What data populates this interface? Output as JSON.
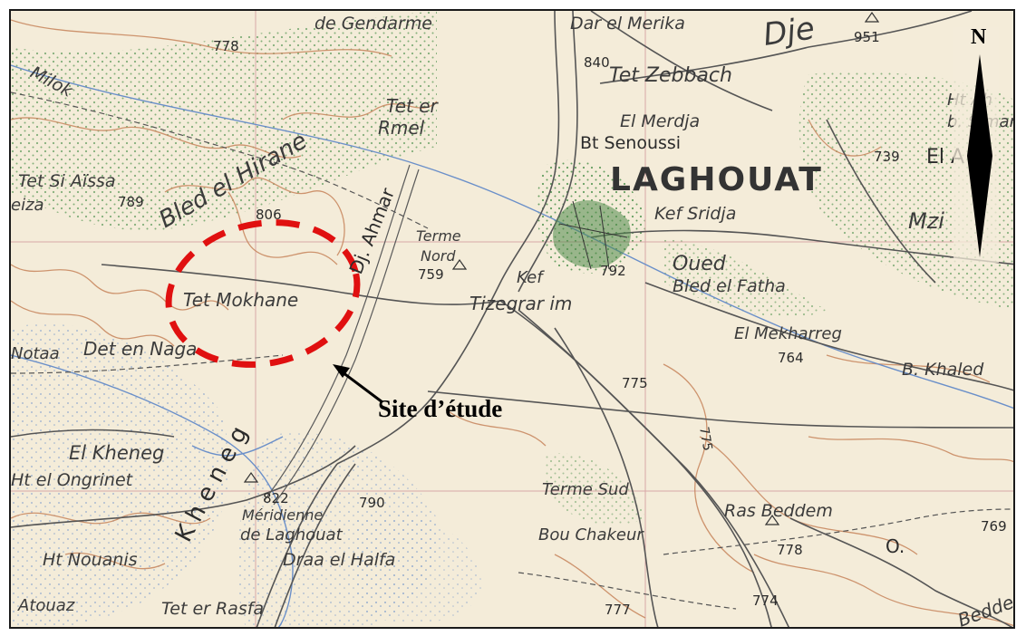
{
  "map": {
    "north_label": "N",
    "site_label": "Site d’étude",
    "colors": {
      "paper": "#f4ecd9",
      "contour": "#c98a62",
      "road": "#555555",
      "water": "#6a8fc9",
      "vegetation": "#5e9a5a",
      "grid": "#d9a7a7",
      "study_circle": "#e01010"
    },
    "place_labels": [
      {
        "text": "de Gendarme"
      },
      {
        "text": "Dar el Merika"
      },
      {
        "text": "Dje"
      },
      {
        "text": "951"
      },
      {
        "text": "778"
      },
      {
        "text": "840"
      },
      {
        "text": "Tet Zebbach"
      },
      {
        "text": "Milok"
      },
      {
        "text": "Ht Ah"
      },
      {
        "text": "b. S mar"
      },
      {
        "text": "Tet er"
      },
      {
        "text": "Rmel"
      },
      {
        "text": "El Merdja"
      },
      {
        "text": "Bt Senoussi"
      },
      {
        "text": "Bled el Hirane"
      },
      {
        "text": "739"
      },
      {
        "text": "El A sa"
      },
      {
        "text": "Tet Si Aïssa"
      },
      {
        "text": "LAGHOUAT"
      },
      {
        "text": "eiza"
      },
      {
        "text": "789"
      },
      {
        "text": "806"
      },
      {
        "text": "Dj. Ahmar"
      },
      {
        "text": "Kef Sridja"
      },
      {
        "text": "Mzi"
      },
      {
        "text": "Terme"
      },
      {
        "text": "Nord"
      },
      {
        "text": "Oued"
      },
      {
        "text": "759"
      },
      {
        "text": "Kef"
      },
      {
        "text": "792"
      },
      {
        "text": "Bled el Fatha"
      },
      {
        "text": "Tet Mokhane"
      },
      {
        "text": "Tizegrar im"
      },
      {
        "text": "El Mekharreg"
      },
      {
        "text": "Notaa"
      },
      {
        "text": "Det en Naga"
      },
      {
        "text": "764"
      },
      {
        "text": "B. Khaled"
      },
      {
        "text": "775"
      },
      {
        "text": "El Kheneg"
      },
      {
        "text": "Ht el Ongrinet"
      },
      {
        "text": "Terme Sud"
      },
      {
        "text": "Ras Beddem"
      },
      {
        "text": "822"
      },
      {
        "text": "790"
      },
      {
        "text": "Méridienne"
      },
      {
        "text": "de Laghouat"
      },
      {
        "text": "Bou Chakeur"
      },
      {
        "text": "778"
      },
      {
        "text": "O."
      },
      {
        "text": "769"
      },
      {
        "text": "Ht Nouanis"
      },
      {
        "text": "Draa el Halfa"
      },
      {
        "text": "Atouaz"
      },
      {
        "text": "Tet er Rasfa"
      },
      {
        "text": "777"
      },
      {
        "text": "774"
      },
      {
        "text": "Beddem"
      },
      {
        "text": "K h e n e g"
      },
      {
        "text": "775"
      }
    ]
  }
}
